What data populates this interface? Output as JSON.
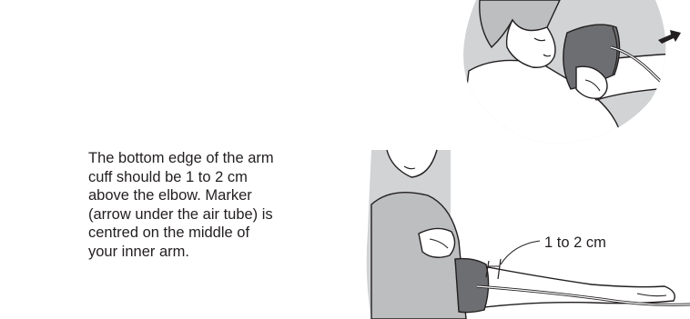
{
  "instruction": {
    "lines": [
      "The bottom edge of the arm",
      "cuff should be 1 to 2 cm",
      "above the elbow. Marker",
      "(arrow under the air tube) is",
      "centred on the middle of",
      "your inner arm."
    ]
  },
  "figure_bottom": {
    "measure_label": "1 to 2 cm"
  },
  "colors": {
    "ink": "#231f20",
    "cuff": "#6d6e71",
    "shade": "#bcbec0",
    "circle": "#d1d3d4"
  }
}
